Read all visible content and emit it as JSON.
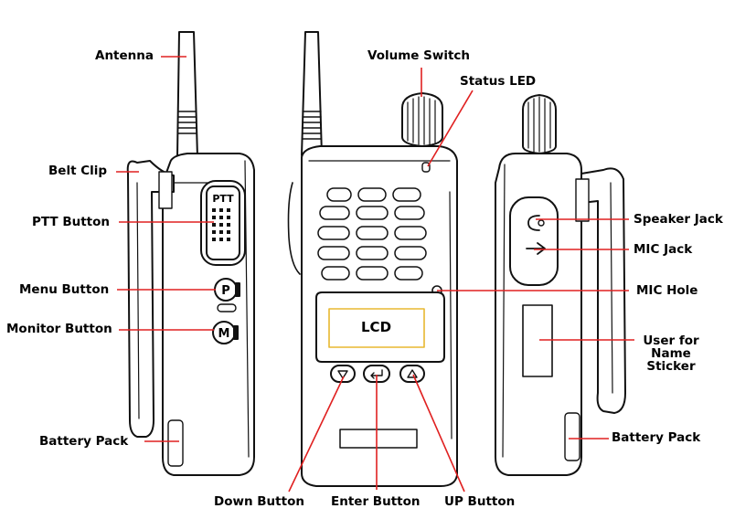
{
  "labels": {
    "antenna": "Antenna",
    "volume_switch": "Volume Switch",
    "status_led": "Status LED",
    "belt_clip": "Belt Clip",
    "ptt_button": "PTT Button",
    "menu_button": "Menu Button",
    "monitor_button": "Monitor Button",
    "battery_pack_left": "Battery Pack",
    "speaker_jack": "Speaker Jack",
    "mic_jack": "MIC Jack",
    "mic_hole": "MIC Hole",
    "user_name_sticker": "User for Name Sticker",
    "battery_pack_right": "Battery Pack",
    "down_button": "Down Button",
    "enter_button": "Enter Button",
    "up_button": "UP Button"
  },
  "device": {
    "lcd_text": "LCD",
    "ptt_text": "PTT",
    "menu_key": "P",
    "monitor_key": "M"
  },
  "colors": {
    "leader_line": "#e02020",
    "lcd_border": "#e8b830",
    "outline": "#111111"
  }
}
